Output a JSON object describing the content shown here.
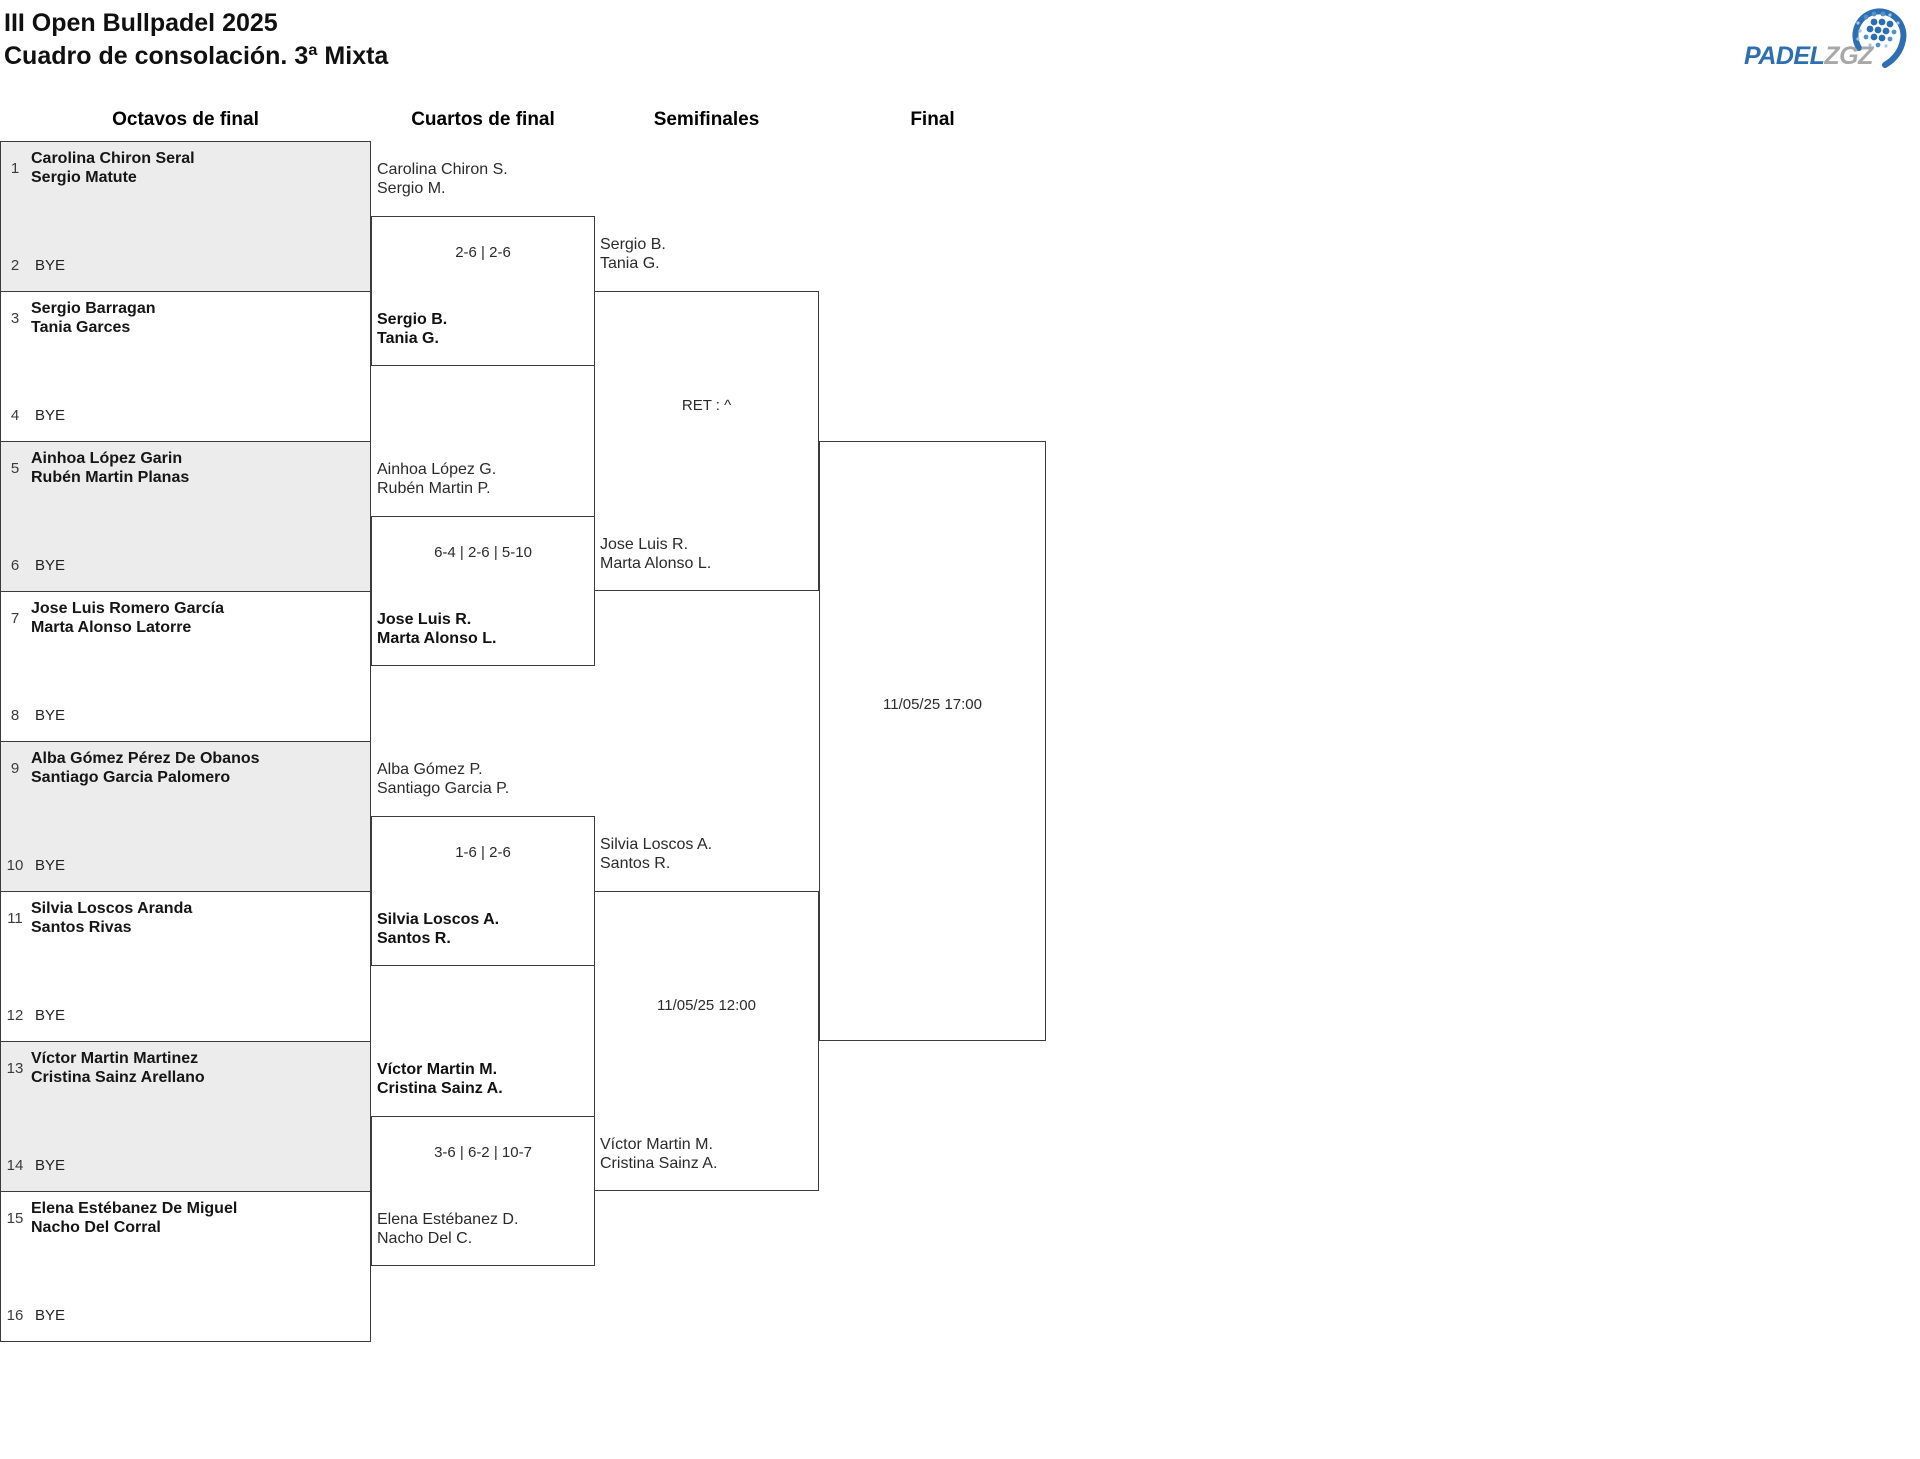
{
  "page": {
    "title": "III Open Bullpadel 2025",
    "subtitle": "Cuadro de consolación. 3ª Mixta"
  },
  "logo": {
    "word_primary": "PADEL",
    "word_secondary": "ZGZ",
    "blue": "#2e6fb4",
    "gray": "#a8a8a8"
  },
  "rounds": {
    "r16": "Octavos de final",
    "qf": "Cuartos de final",
    "sf": "Semifinales",
    "final": "Final"
  },
  "bracket": {
    "r16_entries": [
      {
        "seed": "1",
        "player1": "Carolina Chiron Seral",
        "player2": "Sergio Matute"
      },
      {
        "seed": "2",
        "bye": "BYE"
      },
      {
        "seed": "3",
        "player1": "Sergio Barragan",
        "player2": "Tania Garces"
      },
      {
        "seed": "4",
        "bye": "BYE"
      },
      {
        "seed": "5",
        "player1": "Ainhoa López Garin",
        "player2": "Rubén Martin Planas"
      },
      {
        "seed": "6",
        "bye": "BYE"
      },
      {
        "seed": "7",
        "player1": "Jose Luis Romero García",
        "player2": "Marta Alonso Latorre"
      },
      {
        "seed": "8",
        "bye": "BYE"
      },
      {
        "seed": "9",
        "player1": "Alba Gómez Pérez De Obanos",
        "player2": "Santiago Garcia Palomero"
      },
      {
        "seed": "10",
        "bye": "BYE"
      },
      {
        "seed": "11",
        "player1": "Silvia Loscos Aranda",
        "player2": "Santos Rivas"
      },
      {
        "seed": "12",
        "bye": "BYE"
      },
      {
        "seed": "13",
        "player1": "Víctor Martin Martinez",
        "player2": "Cristina Sainz Arellano"
      },
      {
        "seed": "14",
        "bye": "BYE"
      },
      {
        "seed": "15",
        "player1": "Elena Estébanez De Miguel",
        "player2": "Nacho Del Corral"
      },
      {
        "seed": "16",
        "bye": "BYE"
      }
    ],
    "quarterfinals": [
      {
        "top1": "Carolina Chiron S.",
        "top2": "Sergio M.",
        "score": "2-6 | 2-6",
        "bottom1": "Sergio B.",
        "bottom2": "Tania G."
      },
      {
        "top1": "Ainhoa López G.",
        "top2": "Rubén Martin P.",
        "score": "6-4 | 2-6 | 5-10",
        "bottom1": "Jose Luis R.",
        "bottom2": "Marta Alonso L."
      },
      {
        "top1": "Alba Gómez P.",
        "top2": "Santiago Garcia P.",
        "score": "1-6 | 2-6",
        "bottom1": "Silvia Loscos A.",
        "bottom2": "Santos R."
      },
      {
        "top1": "Víctor Martin M.",
        "top2": "Cristina Sainz A.",
        "score": "3-6 | 6-2 | 10-7",
        "bottom1": "Elena Estébanez D.",
        "bottom2": "Nacho Del C."
      }
    ],
    "semifinals": [
      {
        "top1": "Sergio B.",
        "top2": "Tania G.",
        "result": "RET : ^",
        "bottom1": "Jose Luis R.",
        "bottom2": "Marta Alonso L."
      },
      {
        "top1": "Silvia Loscos A.",
        "top2": "Santos R.",
        "result": "11/05/25 12:00",
        "bottom1": "Víctor Martin M.",
        "bottom2": "Cristina Sainz A."
      }
    ],
    "final": {
      "result": "11/05/25 17:00"
    }
  }
}
